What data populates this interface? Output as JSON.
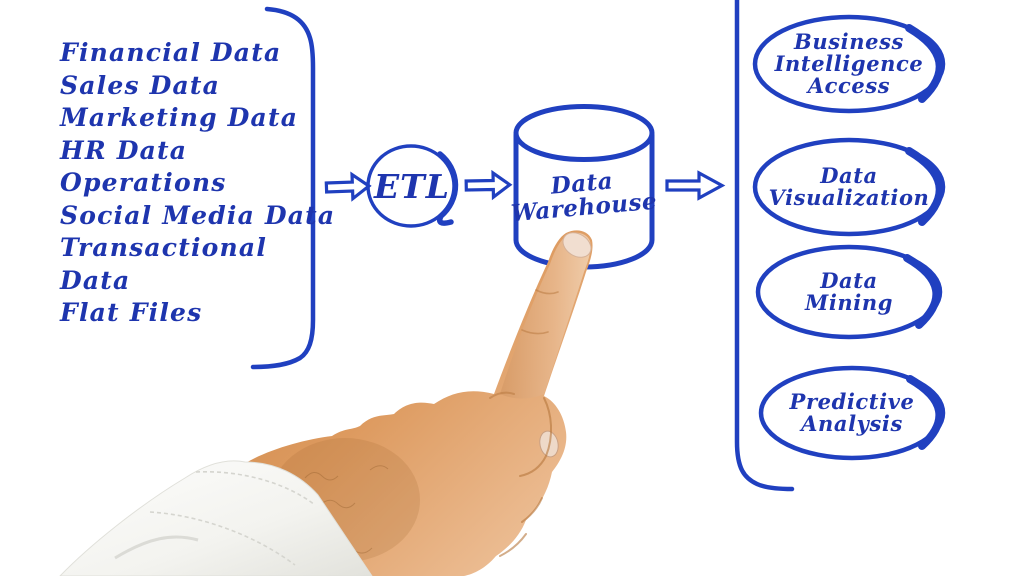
{
  "colors": {
    "ink_stroke": "#2040c0",
    "ink_text": "#1e35ae",
    "skin_light": "#f0c49a",
    "skin_mid": "#dd9a5f",
    "skin_shadow": "#b97434",
    "sleeve_white": "#f6f6f3"
  },
  "sources": {
    "lines": [
      "Financial Data",
      "Sales Data",
      "Marketing Data",
      "HR Data",
      "Operations",
      "Social Media Data",
      "Transactional",
      "Data",
      "Flat Files"
    ]
  },
  "etl": {
    "label": "ETL"
  },
  "warehouse": {
    "lines": [
      "Data",
      "Warehouse"
    ]
  },
  "outputs": [
    {
      "lines": [
        "Business",
        "Intelligence",
        "Access"
      ]
    },
    {
      "lines": [
        "Data",
        "Visualization"
      ]
    },
    {
      "lines": [
        "Data",
        "Mining"
      ]
    },
    {
      "lines": [
        "Predictive",
        "Analysis"
      ]
    }
  ]
}
